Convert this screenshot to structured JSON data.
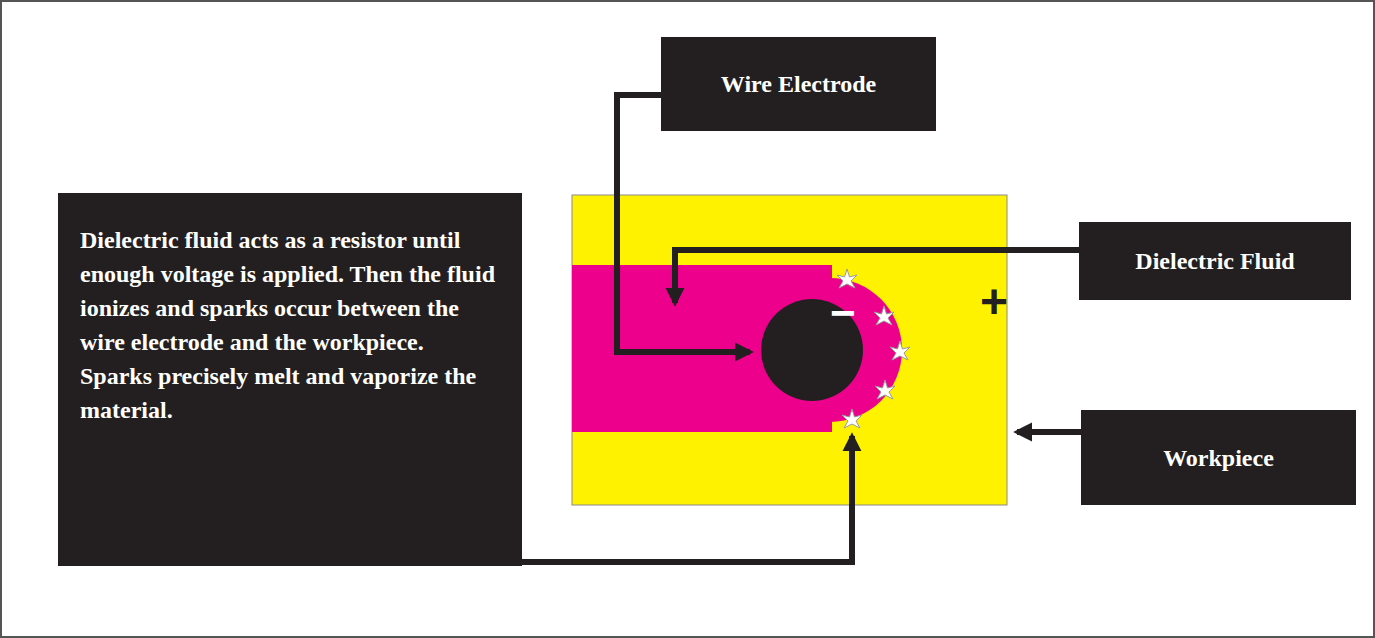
{
  "diagram": {
    "nodes": [
      {
        "text": [
          "Wire Electrode"
        ]
      },
      {
        "text": [
          "Dielectric Fluid"
        ]
      },
      {
        "text": [
          "Dielectric fluid acts as a resistor until enough voltage is applied. Then the fluid ionizes and sparks occur between the wire electrode and the workpiece. Sparks precisely melt and vaporize the material."
        ]
      },
      {
        "text": [
          "Workpiece"
        ]
      }
    ],
    "labels": [
      "−",
      "+"
    ]
  }
}
